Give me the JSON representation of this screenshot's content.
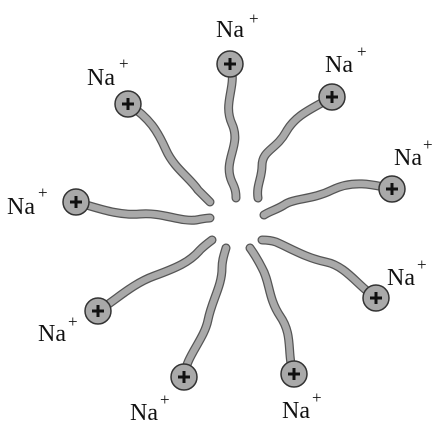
{
  "micelle": {
    "ions": [
      {
        "id": "top",
        "label": "Na",
        "charge": "+"
      },
      {
        "id": "top-right",
        "label": "Na",
        "charge": "+"
      },
      {
        "id": "right-upper",
        "label": "Na",
        "charge": "+"
      },
      {
        "id": "right-lower",
        "label": "Na",
        "charge": "+"
      },
      {
        "id": "bottom-right",
        "label": "Na",
        "charge": "+"
      },
      {
        "id": "bottom-left",
        "label": "Na",
        "charge": "+"
      },
      {
        "id": "left-lower",
        "label": "Na",
        "charge": "+"
      },
      {
        "id": "left",
        "label": "Na",
        "charge": "+"
      },
      {
        "id": "top-left",
        "label": "Na",
        "charge": "+"
      }
    ],
    "colors": {
      "tail_fill": "#a9a9a9",
      "tail_outline": "#555555",
      "head_fill": "#a9a9a9",
      "head_outline": "#333333",
      "sign": "#111111"
    }
  }
}
